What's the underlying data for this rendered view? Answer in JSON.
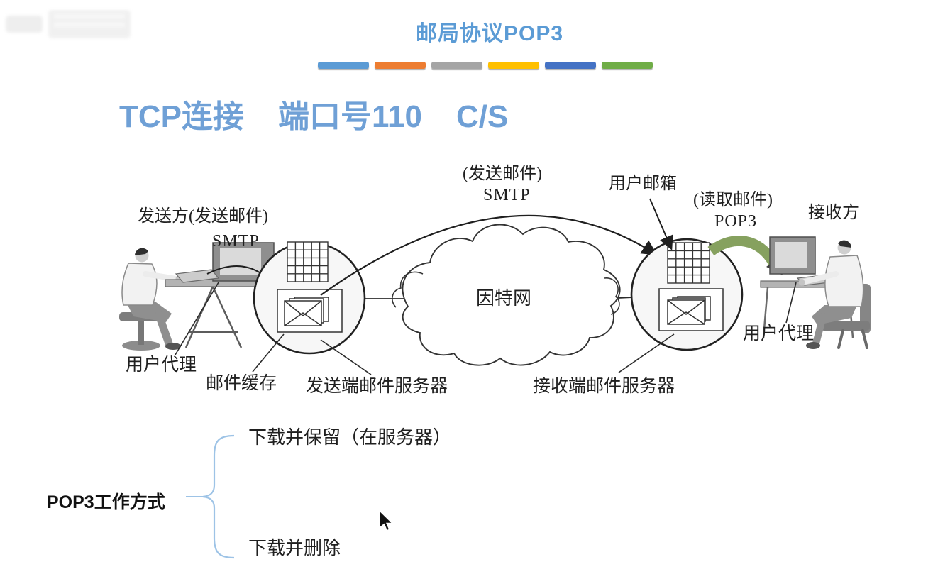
{
  "header": {
    "title": "邮局协议POP3",
    "title_color": "#5B9BD5",
    "subtitle_parts": [
      "TCP连接",
      "端口号110",
      "C/S"
    ],
    "subtitle_color": "#6FA0D6",
    "bars": [
      "#5B9BD5",
      "#ED7D31",
      "#A5A5A5",
      "#FFC000",
      "#4472C4",
      "#70AD47"
    ]
  },
  "diagram": {
    "sender_label": "发送方(发送邮件)",
    "sender_protocol": "SMTP",
    "transfer_label": "(发送邮件)",
    "transfer_protocol": "SMTP",
    "mailbox_label": "用户邮箱",
    "read_label": "(读取邮件)",
    "read_protocol": "POP3",
    "receiver_label": "接收方",
    "user_agent_left": "用户代理",
    "mail_cache": "邮件缓存",
    "sending_server": "发送端邮件服务器",
    "internet": "因特网",
    "receiving_server": "接收端邮件服务器",
    "user_agent_right": "用户代理",
    "green_arrow_color": "#86A15F",
    "brace_color": "#9DC3E6"
  },
  "pop3_modes": {
    "title": "POP3工作方式",
    "items": [
      "下载并保留（在服务器）",
      "下载并删除"
    ]
  }
}
